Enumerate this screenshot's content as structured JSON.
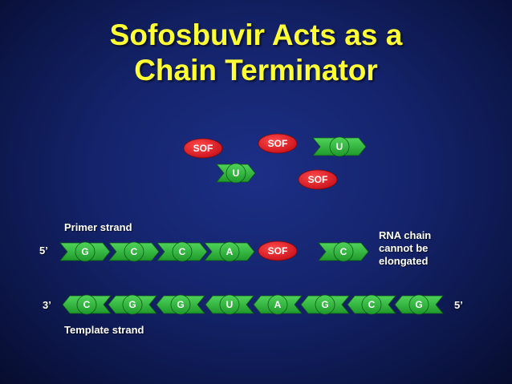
{
  "title": {
    "line1": "Sofosbuvir Acts as a",
    "line2": "Chain Terminator"
  },
  "labels": {
    "primer_strand": "Primer strand",
    "template_strand": "Template strand",
    "primer_left_end": "5’",
    "template_left_end": "3’",
    "template_right_end": "5’",
    "rna_note_line1": "RNA chain",
    "rna_note_line2": "cannot be",
    "rna_note_line3": "elongated"
  },
  "colors": {
    "nucleotide": "#2db83a",
    "sofosbuvir": "#e01c24",
    "title": "#ffff33"
  },
  "free_nucleotides": [
    "SOF",
    "SOF",
    "U",
    "U",
    "SOF"
  ],
  "primer_strand": [
    "G",
    "C",
    "C",
    "A",
    "SOF",
    "C"
  ],
  "template_strand": [
    "C",
    "G",
    "G",
    "U",
    "A",
    "G",
    "C",
    "G"
  ]
}
